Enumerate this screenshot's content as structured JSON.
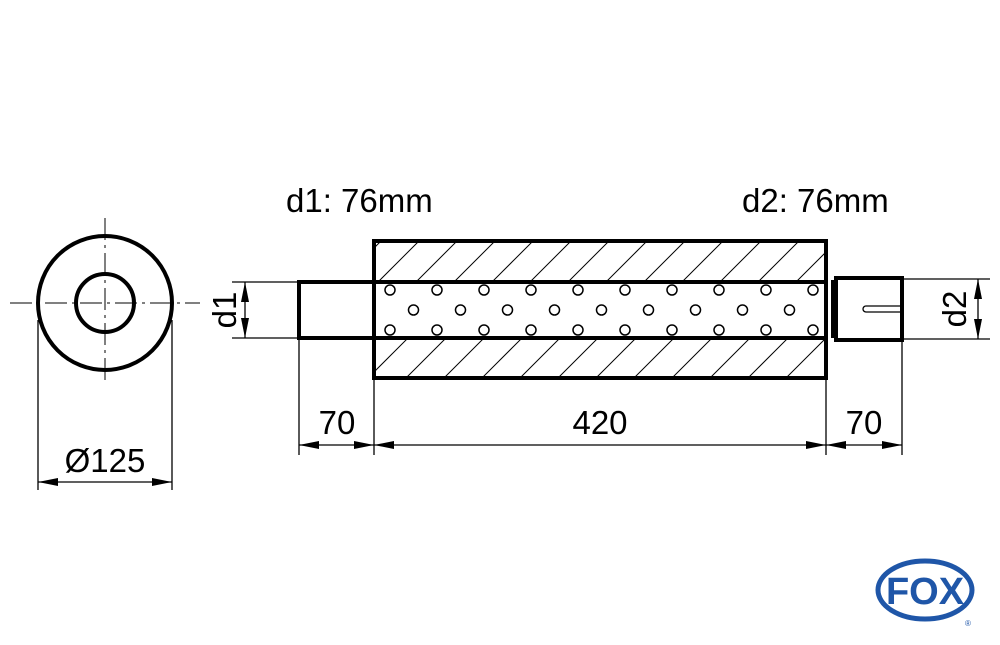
{
  "labels": {
    "d1_spec": "d1: 76mm",
    "d2_spec": "d2: 76mm",
    "d1": "d1",
    "d2": "d2",
    "diameter": "Ø125",
    "inlet_length": "70",
    "body_length": "420",
    "outlet_length": "70"
  },
  "logo": {
    "text": "FOX",
    "registered": "®",
    "color": "#1f56a8"
  }
}
